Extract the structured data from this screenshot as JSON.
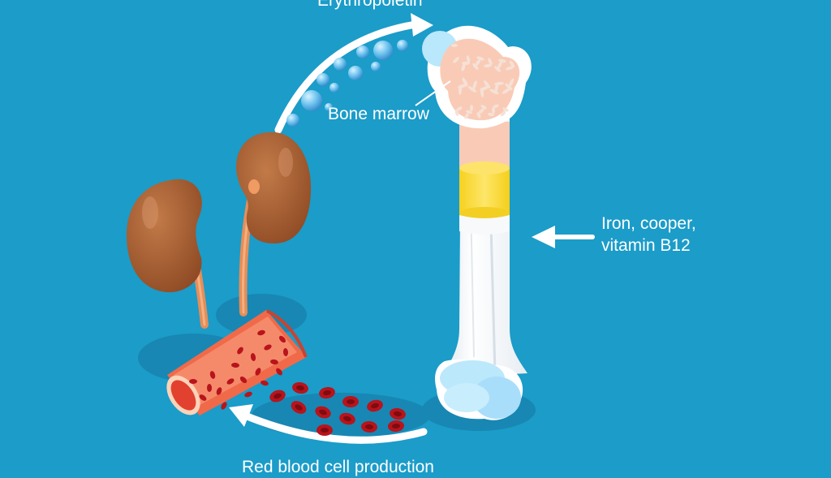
{
  "labels": {
    "erythropoietin": "Erythropoietin",
    "bone_marrow": "Bone marrow",
    "nutrients_line1": "Iron, cooper,",
    "nutrients_line2": "vitamin B12",
    "rbc_production": "Red blood cell production"
  },
  "colors": {
    "background": "#1b9cc9",
    "kidney": "#a55d32",
    "bone": "#f4f7fa",
    "marrow_pink": "#f9cbb6",
    "marrow_yellow": "#fbdb3c",
    "blood_cell": "#b8141c",
    "vessel": "#f06a4a",
    "arrow": "#ffffff",
    "bubble": "#6ec3ef"
  }
}
